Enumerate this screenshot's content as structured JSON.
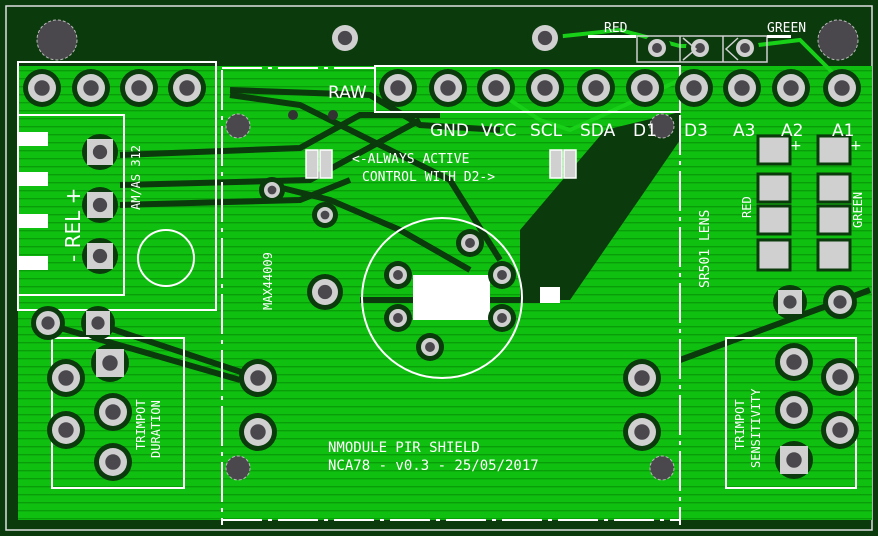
{
  "board": {
    "title": "NMODULE PIR SHIELD",
    "subtitle": "NCA78 - v0.3 - 25/05/2017",
    "colors": {
      "background": "#0b3a0d",
      "copper_pour": "#0fbd0f",
      "silkscreen": "#ffffff",
      "pad": "#d0d0d0",
      "drill": "#4a484c"
    }
  },
  "header_pins": {
    "labels": [
      "RAW",
      "GND",
      "VCC",
      "SCL",
      "SDA",
      "D1",
      "D3",
      "A3",
      "A2",
      "A1"
    ]
  },
  "top_led": {
    "red_label": "RED",
    "green_label": "GREEN"
  },
  "jumper": {
    "line1": "<-ALWAYS ACTIVE",
    "line2": "CONTROL WITH D2->"
  },
  "relay": {
    "label": "- REL +",
    "part": "AM/AS 312"
  },
  "ic": {
    "label": "MAX44009"
  },
  "lens": {
    "label": "SR501 LENS"
  },
  "leds_right": {
    "red": "RED",
    "green": "GREEN",
    "plus": "+"
  },
  "trimpot_duration": {
    "line1": "TRIMPOT",
    "line2": "DURATION"
  },
  "trimpot_sensitivity": {
    "line1": "TRIMPOT",
    "line2": "SENSITIVITY"
  }
}
